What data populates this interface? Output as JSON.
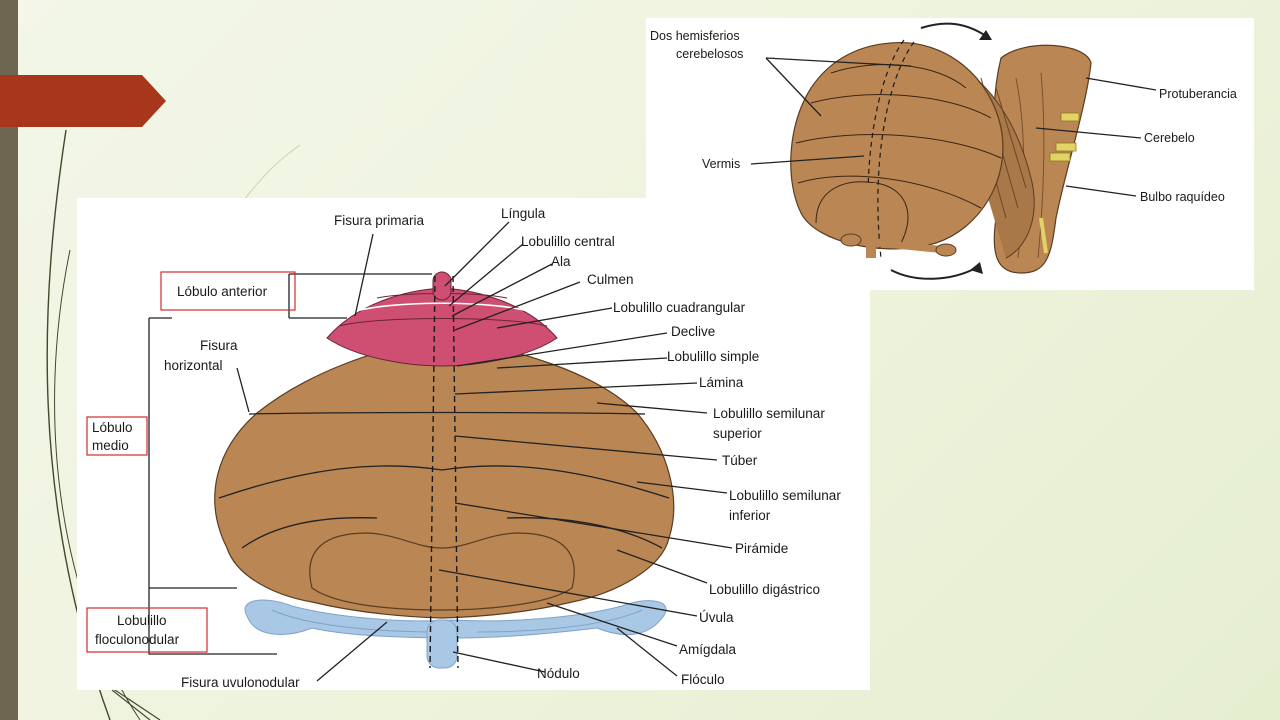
{
  "main_diagram": {
    "labels": {
      "fisura_primaria": "Fisura primaria",
      "lingula": "Língula",
      "lobulillo_central": "Lobulillo central",
      "ala": "Ala",
      "culmen": "Culmen",
      "lobulillo_cuadrangular": "Lobulillo cuadrangular",
      "declive": "Declive",
      "lobulillo_simple": "Lobulillo simple",
      "lamina": "Lámina",
      "lobulillo_semilunar_superior_1": "Lobulillo semilunar",
      "lobulillo_semilunar_superior_2": "superior",
      "tuber": "Túber",
      "lobulillo_semilunar_inferior_1": "Lobulillo semilunar",
      "lobulillo_semilunar_inferior_2": "inferior",
      "piramide": "Pirámide",
      "lobulillo_digastrico": "Lobulillo digástrico",
      "uvula": "Úvula",
      "amigdala": "Amígdala",
      "nodulo": "Nódulo",
      "floculo": "Flóculo",
      "fisura_uvulonodular": "Fisura uvulonodular",
      "fisura_horizontal_1": "Fisura",
      "fisura_horizontal_2": "horizontal",
      "lobulo_anterior": "Lóbulo anterior",
      "lobulo_medio_1": "Lóbulo",
      "lobulo_medio_2": "medio",
      "lobulillo_floculonodular_1": "Lobulillo",
      "lobulillo_floculonodular_2": "floculonodular"
    },
    "colors": {
      "anterior_lobe": "#cf4f73",
      "cerebellum_body": "#b98654",
      "flocculonodular": "#a9c8e6",
      "box_border": "#d42a2a"
    }
  },
  "side_diagram": {
    "labels": {
      "dos_hemisferios_1": "Dos hemisferios",
      "dos_hemisferios_2": "cerebelosos",
      "vermis": "Vermis",
      "protuberancia": "Protuberancia",
      "cerebelo": "Cerebelo",
      "bulbo_raquideo": "Bulbo raquídeo"
    },
    "colors": {
      "cerebellum": "#b98654",
      "highlight": "#e3d266"
    }
  },
  "theme": {
    "accent_tab": "#a8361b",
    "left_bar": "#6f6650"
  }
}
